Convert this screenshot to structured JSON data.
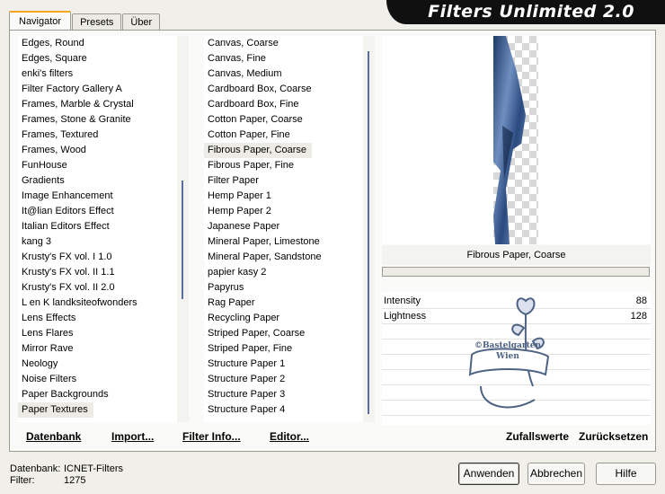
{
  "tabs": [
    {
      "label": "Navigator",
      "active": true
    },
    {
      "label": "Presets",
      "active": false
    },
    {
      "label": "Über",
      "active": false
    }
  ],
  "title": "Filters Unlimited 2.0",
  "categories": [
    "Edges, Round",
    "Edges, Square",
    "enki's filters",
    "Filter Factory Gallery A",
    "Frames, Marble & Crystal",
    "Frames, Stone & Granite",
    "Frames, Textured",
    "Frames, Wood",
    "FunHouse",
    "Gradients",
    "Image Enhancement",
    "It@lian Editors Effect",
    "Italian Editors Effect",
    "kang 3",
    "Krusty's FX vol. I 1.0",
    "Krusty's FX vol. II 1.1",
    "Krusty's FX vol. II 2.0",
    "L en K landksiteofwonders",
    "Lens Effects",
    "Lens Flares",
    "Mirror Rave",
    "Neology",
    "Noise Filters",
    "Paper Backgrounds",
    "Paper Textures"
  ],
  "selected_category": "Paper Textures",
  "filters": [
    "Canvas, Coarse",
    "Canvas, Fine",
    "Canvas, Medium",
    "Cardboard Box, Coarse",
    "Cardboard Box, Fine",
    "Cotton Paper, Coarse",
    "Cotton Paper, Fine",
    "Fibrous Paper, Coarse",
    "Fibrous Paper, Fine",
    "Filter Paper",
    "Hemp Paper 1",
    "Hemp Paper 2",
    "Japanese Paper",
    "Mineral Paper, Limestone",
    "Mineral Paper, Sandstone",
    "papier kasy 2",
    "Papyrus",
    "Rag Paper",
    "Recycling Paper",
    "Striped Paper, Coarse",
    "Striped Paper, Fine",
    "Structure Paper 1",
    "Structure Paper 2",
    "Structure Paper 3",
    "Structure Paper 4"
  ],
  "selected_filter": "Fibrous Paper, Coarse",
  "left_buttons": {
    "datenbank": "Datenbank",
    "import": "Import...",
    "filter_info": "Filter Info...",
    "editor": "Editor..."
  },
  "preview_title": "Fibrous Paper, Coarse",
  "params": [
    {
      "name": "Intensity",
      "value": "88"
    },
    {
      "name": "Lightness",
      "value": "128"
    }
  ],
  "watermark": {
    "line1": "©Bastelgarten",
    "line2": "Wien"
  },
  "right_buttons": {
    "random": "Zufallswerte",
    "reset": "Zurücksetzen"
  },
  "footer": {
    "db_label": "Datenbank:",
    "db_value": "ICNET-Filters",
    "filter_label": "Filter:",
    "filter_value": "1275"
  },
  "buttons": {
    "apply": "Anwenden",
    "cancel": "Abbrechen",
    "help": "Hilfe"
  },
  "colors": {
    "banner": "#101010",
    "scroll_thumb": "#5a6ea0",
    "tab_accent": "#f5a623"
  }
}
